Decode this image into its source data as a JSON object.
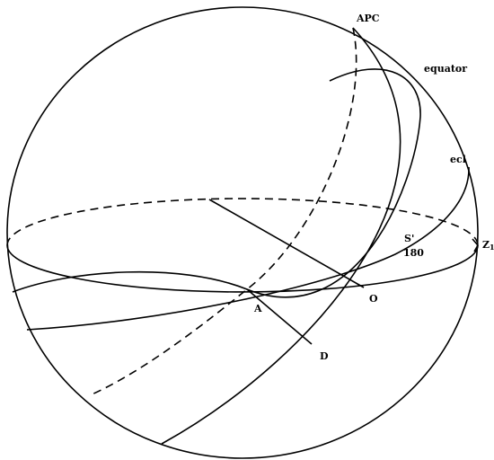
{
  "labels": {
    "apc": "APC",
    "equator": "equator",
    "ecl": "ecl",
    "s_prime": "S'",
    "s_value": "180",
    "z": "Z",
    "z_sub": "1",
    "o": "O",
    "a": "A",
    "d": "D"
  }
}
